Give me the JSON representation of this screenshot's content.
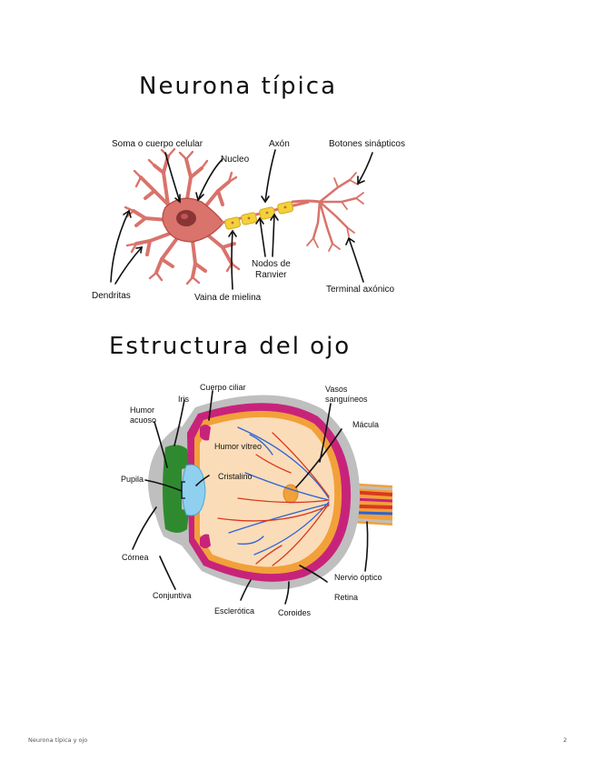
{
  "neuron": {
    "title": "Neurona típica",
    "labels": {
      "soma": "Soma o cuerpo celular",
      "nucleo": "Nucleo",
      "axon": "Axón",
      "botones": "Botones sinápticos",
      "dendritas": "Dendritas",
      "vaina": "Vaina de mielina",
      "nodos_1": "Nodos de",
      "nodos_2": "Ranvier",
      "terminal": "Terminal axónico"
    }
  },
  "eye": {
    "title": "Estructura del ojo",
    "labels": {
      "cuerpo_ciliar": "Cuerpo ciliar",
      "iris": "Iris",
      "humor_acuoso_1": "Humor",
      "humor_acuoso_2": "acuoso",
      "vasos_1": "Vasos",
      "vasos_2": "sanguíneos",
      "macula": "Mácula",
      "humor_vitreo": "Humor vítreo",
      "cristalino": "Cristalino",
      "pupila": "Pupila",
      "cornea": "Córnea",
      "conjuntiva": "Conjuntiva",
      "nervio": "Nervio óptico",
      "retina": "Retina",
      "esclerotica": "Esclerótica",
      "coroides": "Coroides"
    }
  },
  "footer": {
    "left": "Neurona típica y ojo",
    "page": "2"
  },
  "colors": {
    "neuron_body": "#d9736b",
    "neuron_dark": "#b8453f",
    "myelin": "#f2d13a",
    "sclera": "#bfbfbf",
    "choroid": "#c8237a",
    "retina_band": "#f2a03a",
    "vitreous": "#fbdcb8",
    "iris": "#2f8a2f",
    "lens": "#8fd0ef",
    "vein": "#2b63d6",
    "artery": "#d83a1e"
  }
}
